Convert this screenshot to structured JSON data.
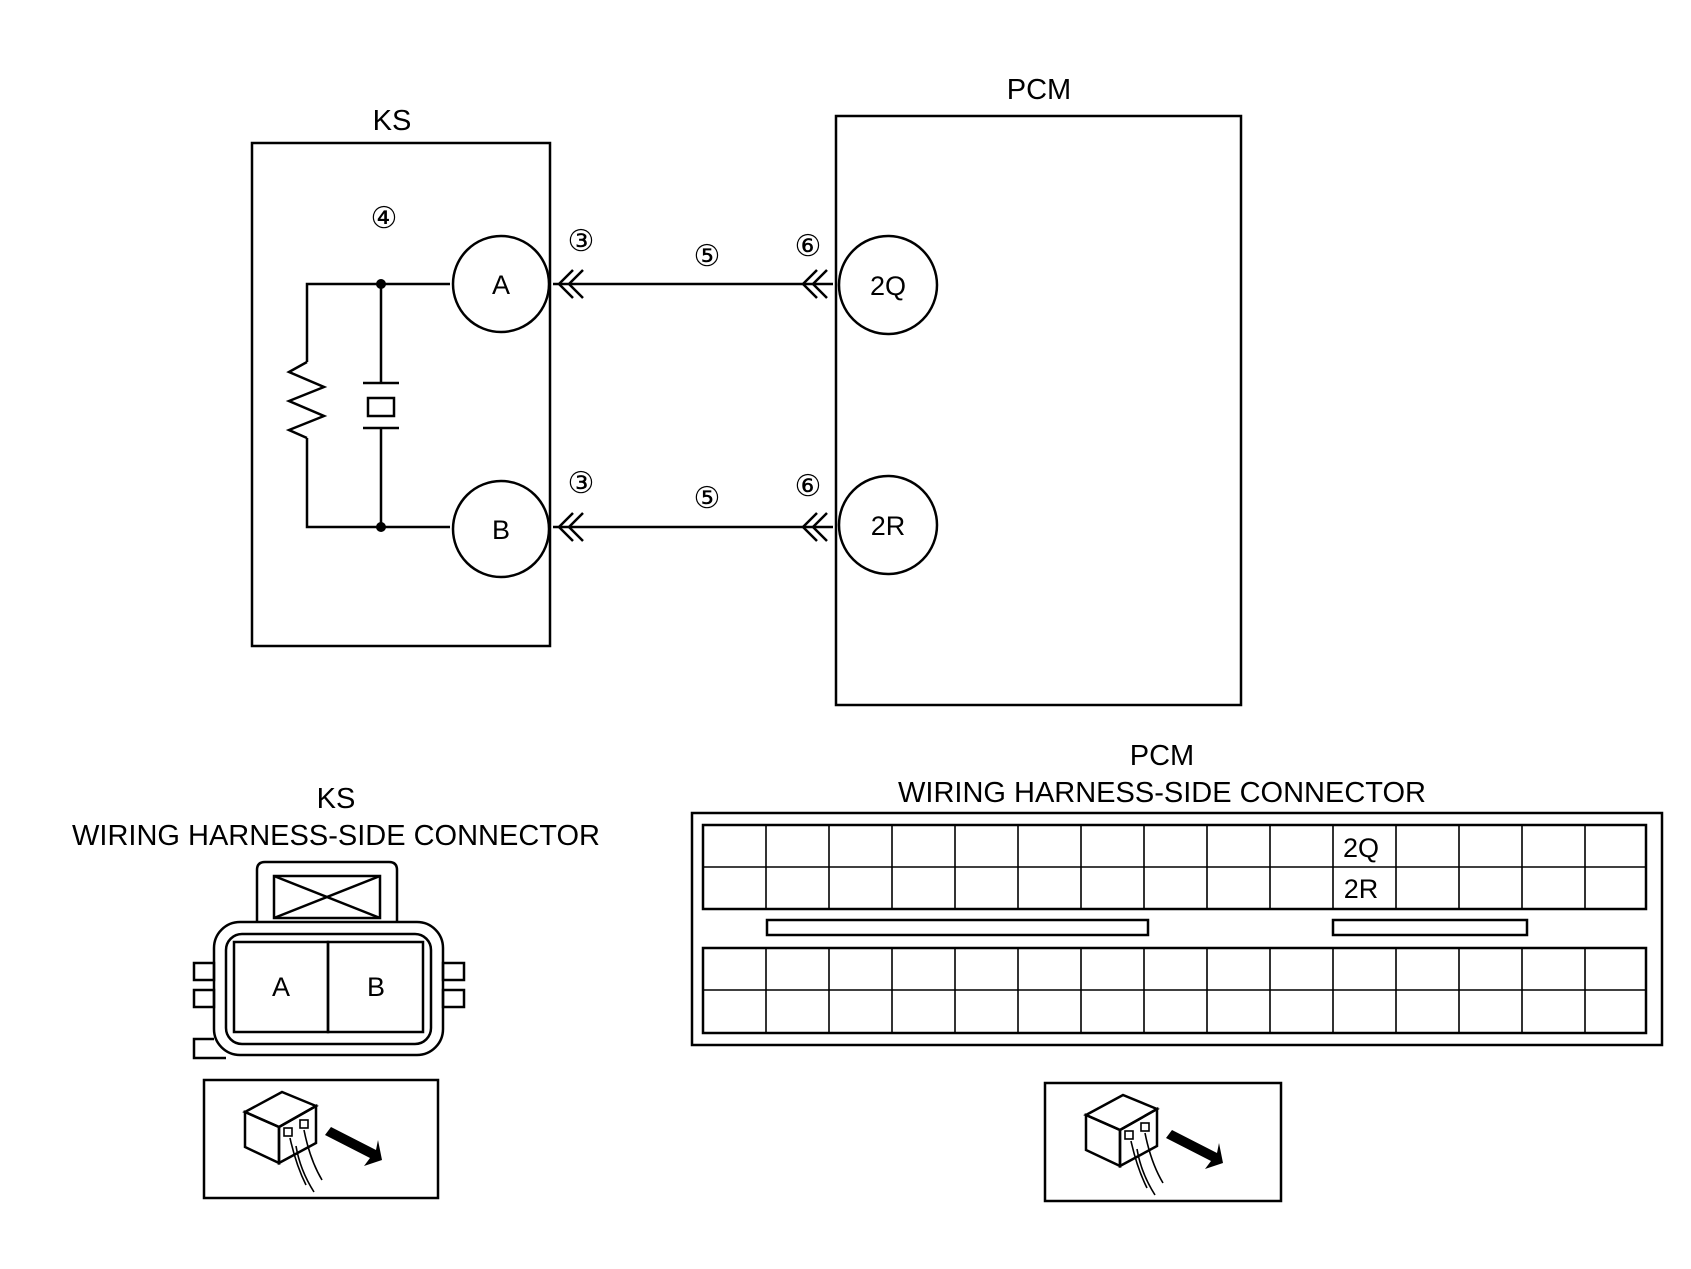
{
  "wiring_diagram": {
    "ks_label": "KS",
    "pcm_label": "PCM",
    "ks_pins": {
      "a": "A",
      "b": "B"
    },
    "pcm_pins": {
      "q": "2Q",
      "r": "2R"
    },
    "markers": {
      "ks_component": "④",
      "ks_connector_a": "③",
      "ks_connector_b": "③",
      "wire_a": "⑤",
      "wire_b": "⑤",
      "pcm_connector_q": "⑥",
      "pcm_connector_r": "⑥"
    }
  },
  "ks_connector": {
    "title_line1": "KS",
    "title_line2": "WIRING HARNESS-SIDE CONNECTOR",
    "terminals": [
      "A",
      "B"
    ],
    "view_icon": "harness-side-view-icon"
  },
  "pcm_connector": {
    "title_line1": "PCM",
    "title_line2": "WIRING HARNESS-SIDE CONNECTOR",
    "terminals": [
      "2Q",
      "2R"
    ],
    "view_icon": "harness-side-view-icon"
  },
  "colors": {
    "line": "#000000",
    "background": "#ffffff"
  }
}
